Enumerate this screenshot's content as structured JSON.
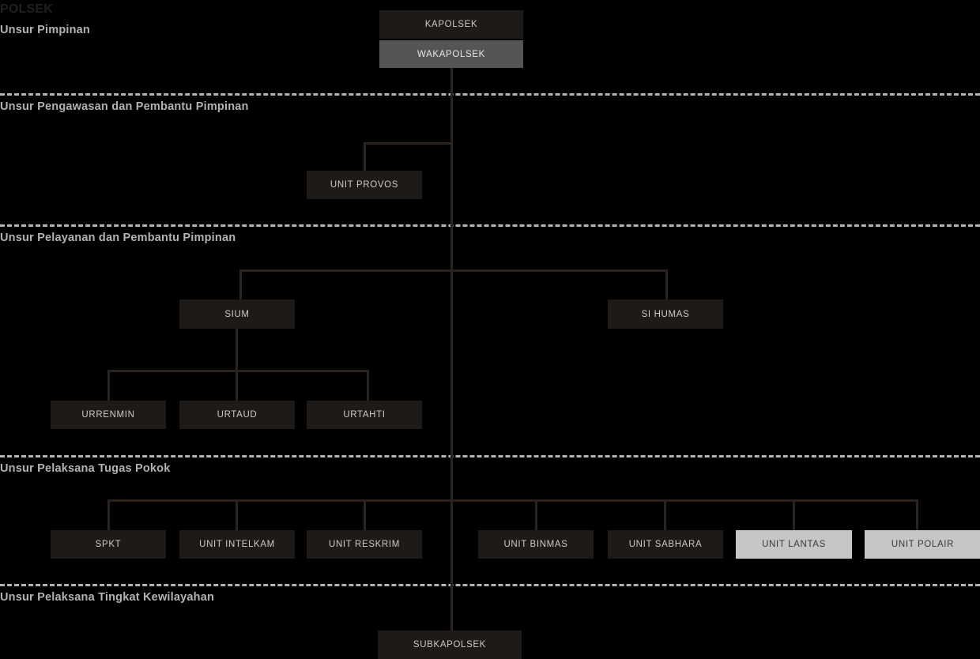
{
  "title": "POLSEK",
  "bands": [
    {
      "id": "pimpinan",
      "label": "Unsur Pimpinan"
    },
    {
      "id": "pengawasan",
      "label": "Unsur Pengawasan dan Pembantu Pimpinan"
    },
    {
      "id": "pelayanan",
      "label": "Unsur Pelayanan dan Pembantu Pimpinan"
    },
    {
      "id": "pelaksana",
      "label": "Unsur Pelaksana Tugas Pokok"
    },
    {
      "id": "kewilayahan",
      "label": "Unsur Pelaksana Tingkat Kewilayahan"
    }
  ],
  "nodes": {
    "kapolsek": "KAPOLSEK",
    "wakapolsek": "WAKAPOLSEK",
    "unit_provos": "UNIT PROVOS",
    "sium": "SIUM",
    "si_humas": "SI HUMAS",
    "urrenmin": "URRENMIN",
    "urtaud": "URTAUD",
    "urtahti": "URTAHTI",
    "spkt": "SPKT",
    "unit_intelkam": "UNIT INTELKAM",
    "unit_reskrim": "UNIT RESKRIM",
    "unit_binmas": "UNIT BINMAS",
    "unit_sabhara": "UNIT SABHARA",
    "unit_lantas": "UNIT LANTAS",
    "unit_polair": "UNIT POLAIR",
    "subkapolsek": "SUBKAPOLSEK"
  },
  "colors": {
    "background": "#000000",
    "node_dark": "#1e1a18",
    "node_gray": "#555555",
    "node_light": "#c6c6c6",
    "connector": "#2b2320",
    "band_text": "#b3b3b3",
    "title_text": "#231f1d"
  }
}
